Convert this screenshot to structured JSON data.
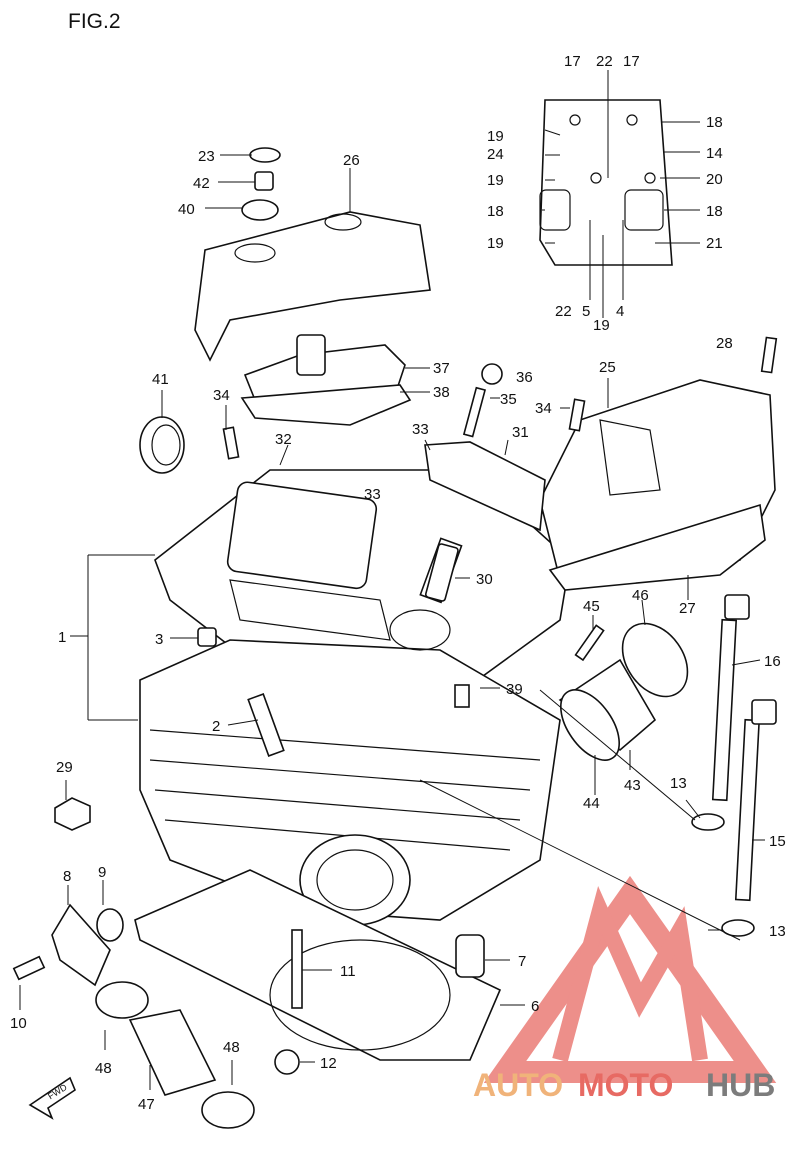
{
  "figure_title": "FIG.2",
  "callouts": [
    "1",
    "2",
    "3",
    "4",
    "5",
    "6",
    "7",
    "8",
    "9",
    "10",
    "11",
    "12",
    "13",
    "13",
    "14",
    "15",
    "16",
    "17",
    "17",
    "18",
    "18",
    "18",
    "18",
    "19",
    "19",
    "19",
    "19",
    "20",
    "21",
    "22",
    "22",
    "23",
    "24",
    "25",
    "26",
    "27",
    "28",
    "29",
    "30",
    "31",
    "32",
    "33",
    "33",
    "34",
    "34",
    "35",
    "36",
    "37",
    "38",
    "39",
    "40",
    "41",
    "42",
    "43",
    "44",
    "45",
    "46",
    "47",
    "48",
    "48"
  ],
  "forward_arrow_label": "FWD",
  "watermark": {
    "part1": "AUTO",
    "part2": "MOTO",
    "part3": "HUB",
    "colors": {
      "auto": "#f0b37a",
      "moto": "#e76a63",
      "hub": "#7c7c7c",
      "logo": "#e76a63"
    }
  }
}
